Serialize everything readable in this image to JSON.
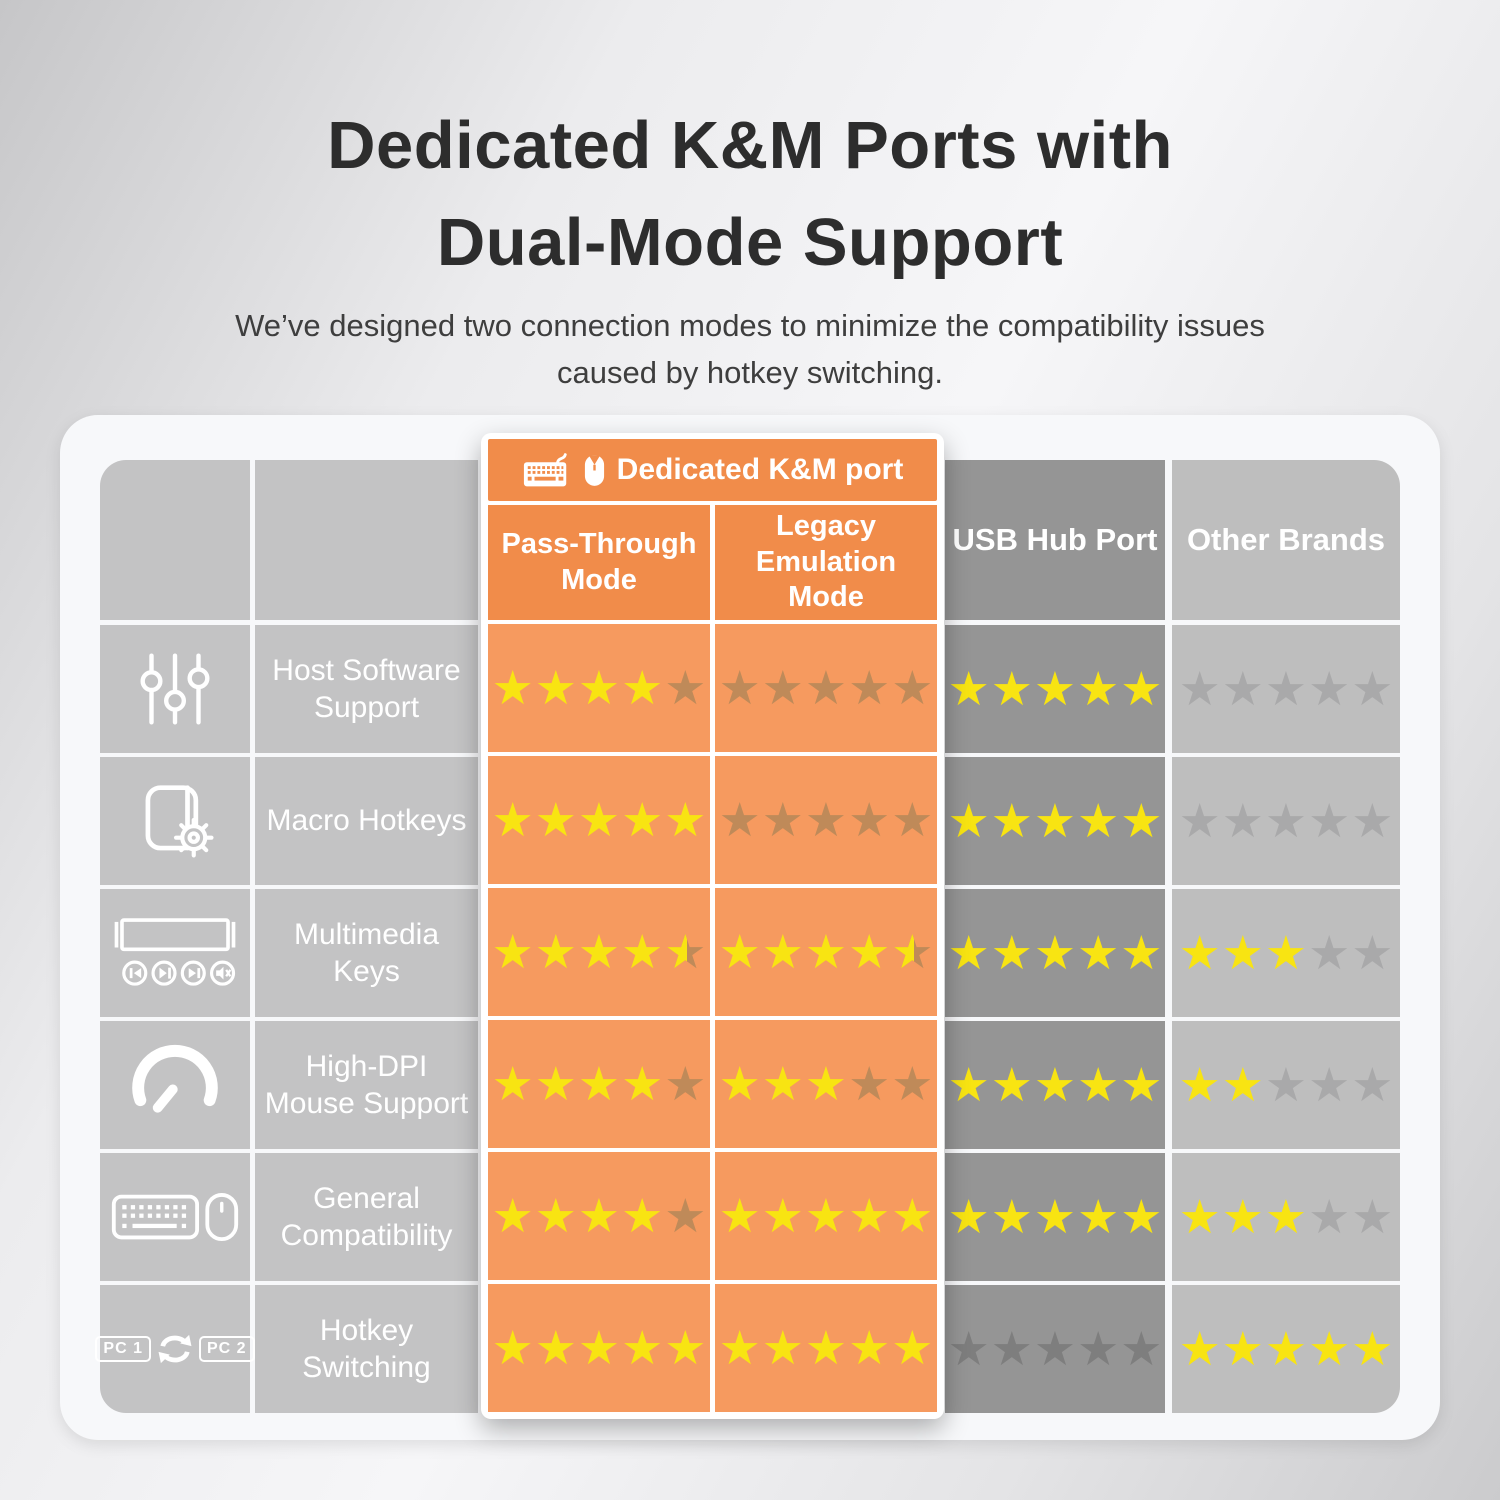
{
  "header": {
    "title_line1": "Dedicated K&M Ports with",
    "title_line2": "Dual-Mode Support",
    "subtitle_line1": "We’ve designed two connection modes to minimize the compatibility issues",
    "subtitle_line2": "caused by hotkey switching."
  },
  "table": {
    "banner_label": "Dedicated K&M port",
    "banner_icons": [
      "keyboard-icon",
      "mouse-icon"
    ],
    "columns": [
      {
        "id": "pass",
        "label": "Pass-Through Mode",
        "style": "orange"
      },
      {
        "id": "legacy",
        "label": "Legacy Emulation Mode",
        "style": "orange"
      },
      {
        "id": "usb",
        "label": "USB Hub Port",
        "style": "dark-gray"
      },
      {
        "id": "other",
        "label": "Other Brands",
        "style": "light-gray"
      }
    ],
    "pc_labels": [
      "PC 1",
      "PC 2"
    ],
    "ratings_scale": 5,
    "rows": [
      {
        "icon": "sliders-icon",
        "label": "Host Software Support",
        "ratings": {
          "pass": 4,
          "legacy": 0,
          "usb": 5,
          "other": 0
        }
      },
      {
        "icon": "macro-gear-icon",
        "label": "Macro Hotkeys",
        "ratings": {
          "pass": 5,
          "legacy": 0,
          "usb": 5,
          "other": 0
        }
      },
      {
        "icon": "media-keys-icon",
        "label": "Multimedia Keys",
        "ratings": {
          "pass": 4.5,
          "legacy": 4.5,
          "usb": 5,
          "other": 3
        }
      },
      {
        "icon": "speedometer-icon",
        "label": "High-DPI Mouse Support",
        "ratings": {
          "pass": 4,
          "legacy": 3,
          "usb": 5,
          "other": 2
        }
      },
      {
        "icon": "keyboard-mouse-icon",
        "label": "General Compatibility",
        "ratings": {
          "pass": 4,
          "legacy": 5,
          "usb": 5,
          "other": 3
        }
      },
      {
        "icon": "pc-switch-icon",
        "label": "Hotkey Switching",
        "ratings": {
          "pass": 5,
          "legacy": 5,
          "usb": 0,
          "other": 5
        }
      }
    ]
  },
  "colors": {
    "accent_orange_header": "#f18c4a",
    "accent_orange_cell": "#f69a5f",
    "star_yellow": "#f8e412",
    "star_dim_on_orange": "#bf8a59",
    "star_dim_on_dark_gray": "#7e7e7e",
    "star_dim_on_light_gray": "#a9a9aa",
    "column_dark_gray": "#959595",
    "column_light_gray": "#bebebe",
    "feature_cell_gray": "#c3c3c4",
    "title_text": "#2d2d2d"
  },
  "chart_data": {
    "type": "table",
    "title": "Dedicated K&M Ports with Dual-Mode Support",
    "columns": [
      "Pass-Through Mode",
      "Legacy Emulation Mode",
      "USB Hub Port",
      "Other Brands"
    ],
    "rows": [
      "Host Software Support",
      "Macro Hotkeys",
      "Multimedia Keys",
      "High-DPI Mouse Support",
      "General Compatibility",
      "Hotkey Switching"
    ],
    "values_unit": "stars out of 5",
    "values": [
      [
        4,
        0,
        5,
        0
      ],
      [
        5,
        0,
        5,
        0
      ],
      [
        4.5,
        4.5,
        5,
        3
      ],
      [
        4,
        3,
        5,
        2
      ],
      [
        4,
        5,
        5,
        3
      ],
      [
        5,
        5,
        0,
        5
      ]
    ]
  }
}
